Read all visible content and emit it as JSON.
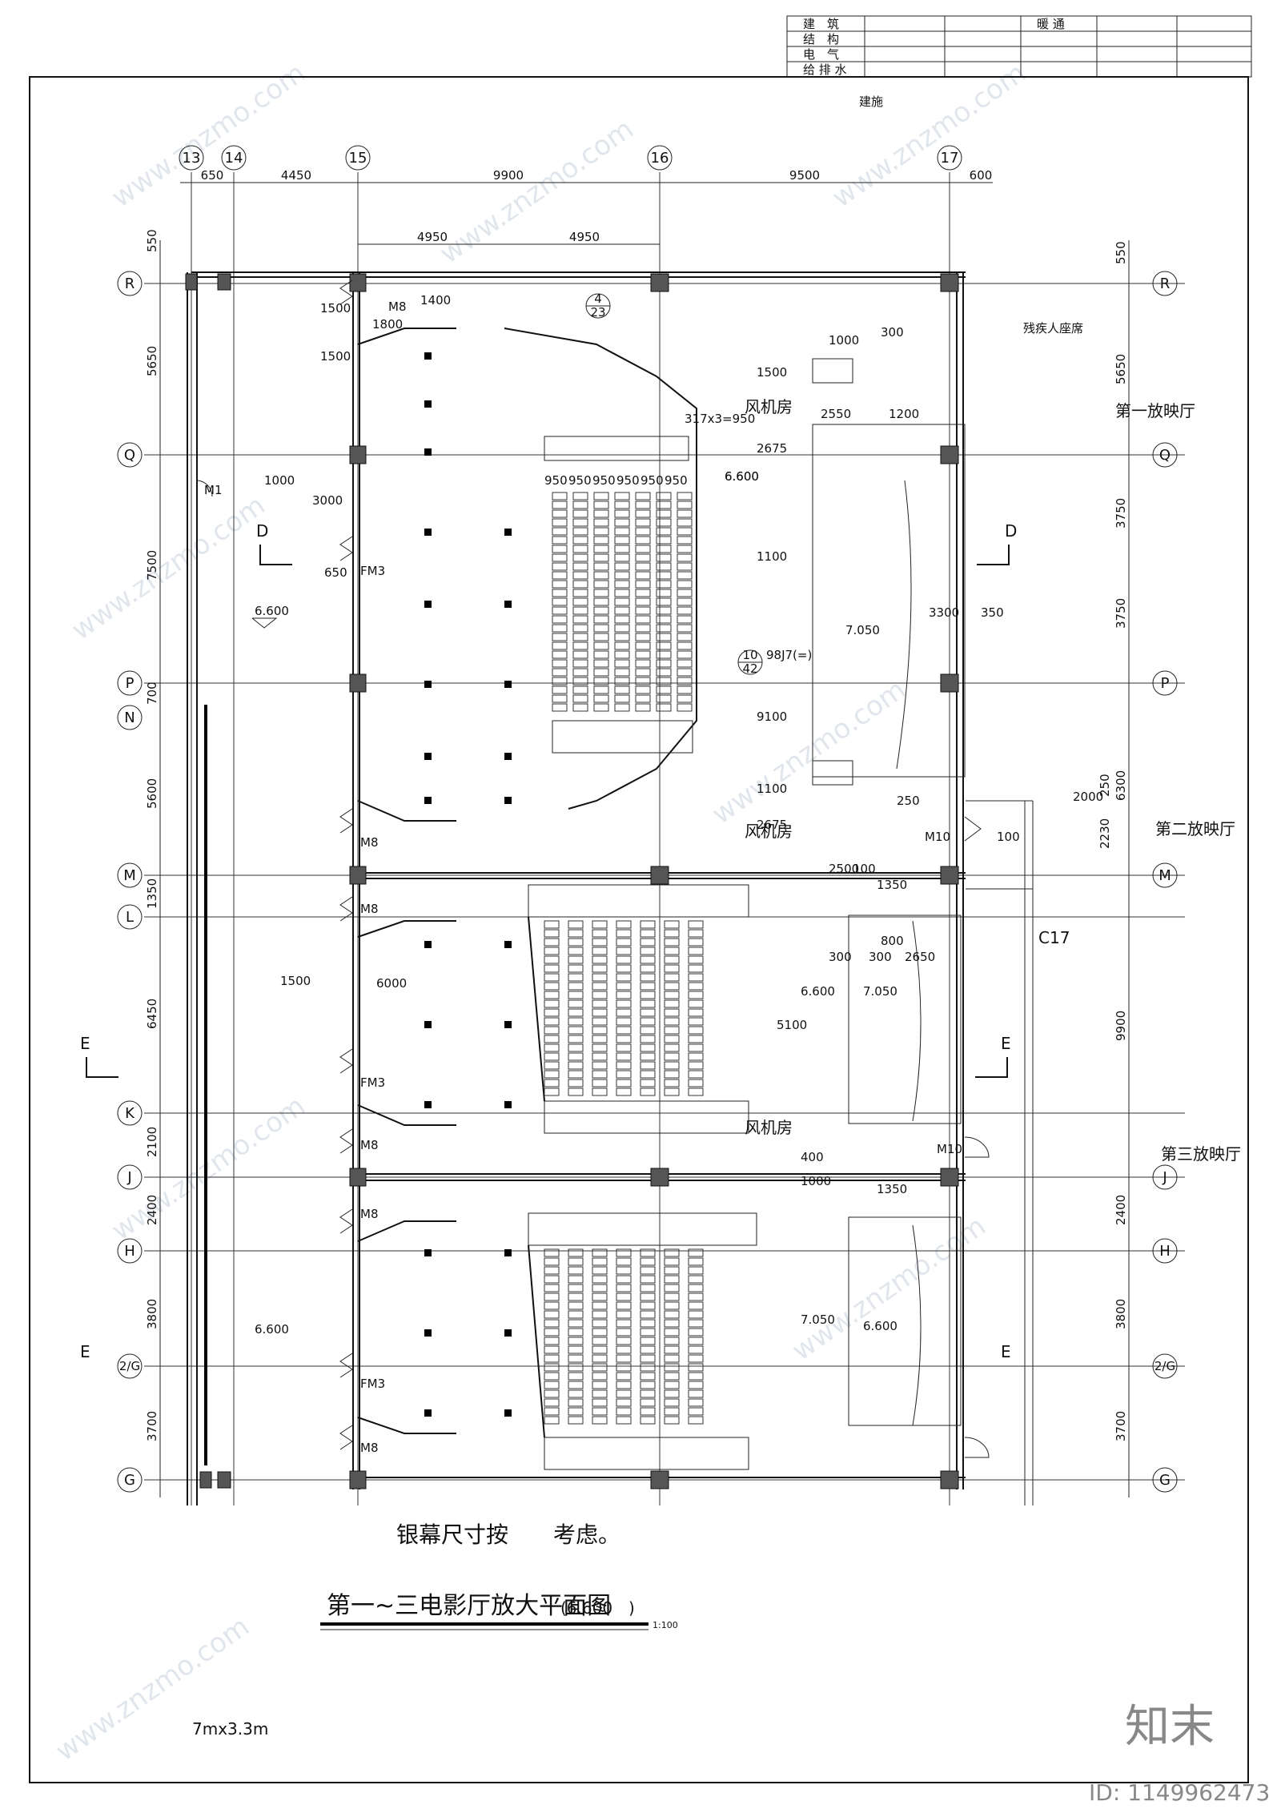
{
  "title_block": {
    "rows": [
      "建　筑",
      "结　构",
      "电　气",
      "给 排 水"
    ],
    "col_header": "暖 通"
  },
  "stamp": "建施",
  "axes_top": [
    "13",
    "14",
    "15",
    "16",
    "17"
  ],
  "axes_left": [
    "R",
    "Q",
    "P",
    "N",
    "M",
    "L",
    "K",
    "J",
    "H",
    "2/G",
    "G"
  ],
  "axes_right": [
    "R",
    "Q",
    "P",
    "M",
    "J",
    "H",
    "2/G",
    "G"
  ],
  "top_dims": [
    "650",
    "4450",
    "9900",
    "9500",
    "600"
  ],
  "top_dims2": [
    "4950",
    "4950"
  ],
  "left_dims": [
    "550",
    "5650",
    "7500",
    "700",
    "5600",
    "1350",
    "6450",
    "2100",
    "2400",
    "3800",
    "3700"
  ],
  "right_dims": [
    "550",
    "5650",
    "3750",
    "3750",
    "6300",
    "250",
    "2230",
    "9900",
    "2400",
    "3800",
    "3700"
  ],
  "room_labels": {
    "hall1": "第一放映厅",
    "hall2": "第二放映厅",
    "hall3": "第三放映厅",
    "fan1": "风机房",
    "fan2": "风机房",
    "fan3": "风机房",
    "accessible": "残疾人座席"
  },
  "door_tags": [
    "M8",
    "M1",
    "FM3",
    "M8",
    "M8",
    "FM3",
    "M8",
    "M8",
    "M10",
    "FM3",
    "M8",
    "M10",
    "C17"
  ],
  "levels": [
    "6.600",
    "6.600",
    "7.050",
    "6.600",
    "7.050",
    "6.600",
    "7.050",
    "6.600"
  ],
  "detail_refs": {
    "ref1_top": "4",
    "ref1_bottom": "23",
    "ref2_top": "10",
    "ref2_bottom": "42",
    "ref2_code": "98J7(=)"
  },
  "misc_dims": [
    "950",
    "950",
    "950",
    "950",
    "950",
    "950",
    "6.600",
    "317x3=950",
    "1500",
    "1800",
    "1400",
    "1500",
    "3000",
    "1000",
    "650",
    "1500",
    "2675",
    "1100",
    "9100",
    "1100",
    "2675",
    "1000",
    "300",
    "2550",
    "1200",
    "3300",
    "350",
    "250",
    "2500",
    "100",
    "100",
    "1500",
    "6000",
    "2000",
    "5100",
    "1350",
    "800",
    "300",
    "300",
    "2650",
    "1000",
    "400",
    "1350"
  ],
  "section_marks": [
    "D",
    "D",
    "E",
    "E",
    "E",
    "E"
  ],
  "note": "银幕尺寸按　　考虑。",
  "drawing_title": "第一~三电影厅放大平面图",
  "drawing_level": "(6.600　)",
  "scale": "1:100",
  "screen_size": "7mx3.3m",
  "brand": "知末",
  "id_text": "ID: 1149962473",
  "watermark": "www.znzmo.com"
}
